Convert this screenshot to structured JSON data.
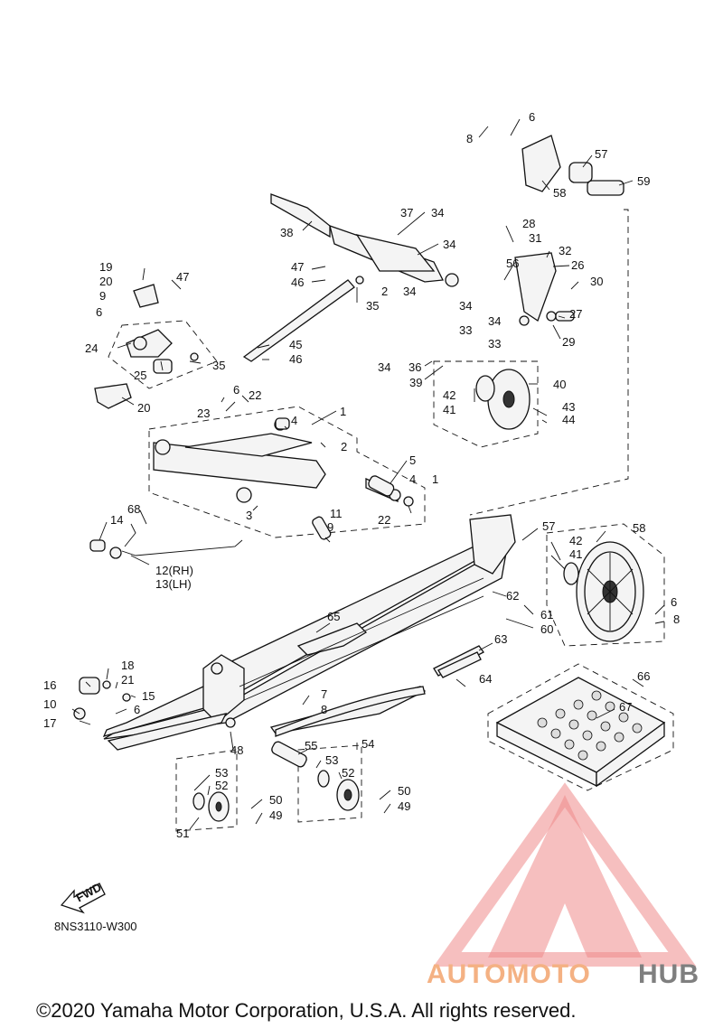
{
  "diagram": {
    "code": "8NS3110-W300",
    "copyright": "©2020 Yamaha Motor Corporation, U.S.A. All rights reserved.",
    "fwd_label": "FWD",
    "watermark": {
      "part1": "AUTOMOTO",
      "part2": "HUB",
      "color1": "#f4b183",
      "color2": "#7f7f7f",
      "triangle_color": "#ef8a8a"
    },
    "callouts": [
      "8",
      "6",
      "57",
      "59",
      "58",
      "37",
      "34",
      "28",
      "31",
      "32",
      "38",
      "34",
      "47",
      "56",
      "26",
      "30",
      "19",
      "47",
      "46",
      "2",
      "34",
      "35",
      "20",
      "9",
      "34",
      "27",
      "6",
      "33",
      "34",
      "33",
      "29",
      "24",
      "45",
      "25",
      "35",
      "46",
      "34",
      "36",
      "39",
      "40",
      "42",
      "41",
      "43",
      "44",
      "20",
      "23",
      "6",
      "22",
      "1",
      "4",
      "2",
      "5",
      "4",
      "1",
      "68",
      "3",
      "22",
      "11",
      "9",
      "14",
      "12(RH)",
      "13(LH)",
      "57",
      "42",
      "58",
      "41",
      "62",
      "6",
      "61",
      "8",
      "60",
      "65",
      "63",
      "18",
      "16",
      "21",
      "64",
      "15",
      "7",
      "10",
      "6",
      "8",
      "17",
      "66",
      "67",
      "55",
      "54",
      "48",
      "53",
      "53",
      "52",
      "52",
      "50",
      "50",
      "49",
      "49",
      "51"
    ]
  }
}
